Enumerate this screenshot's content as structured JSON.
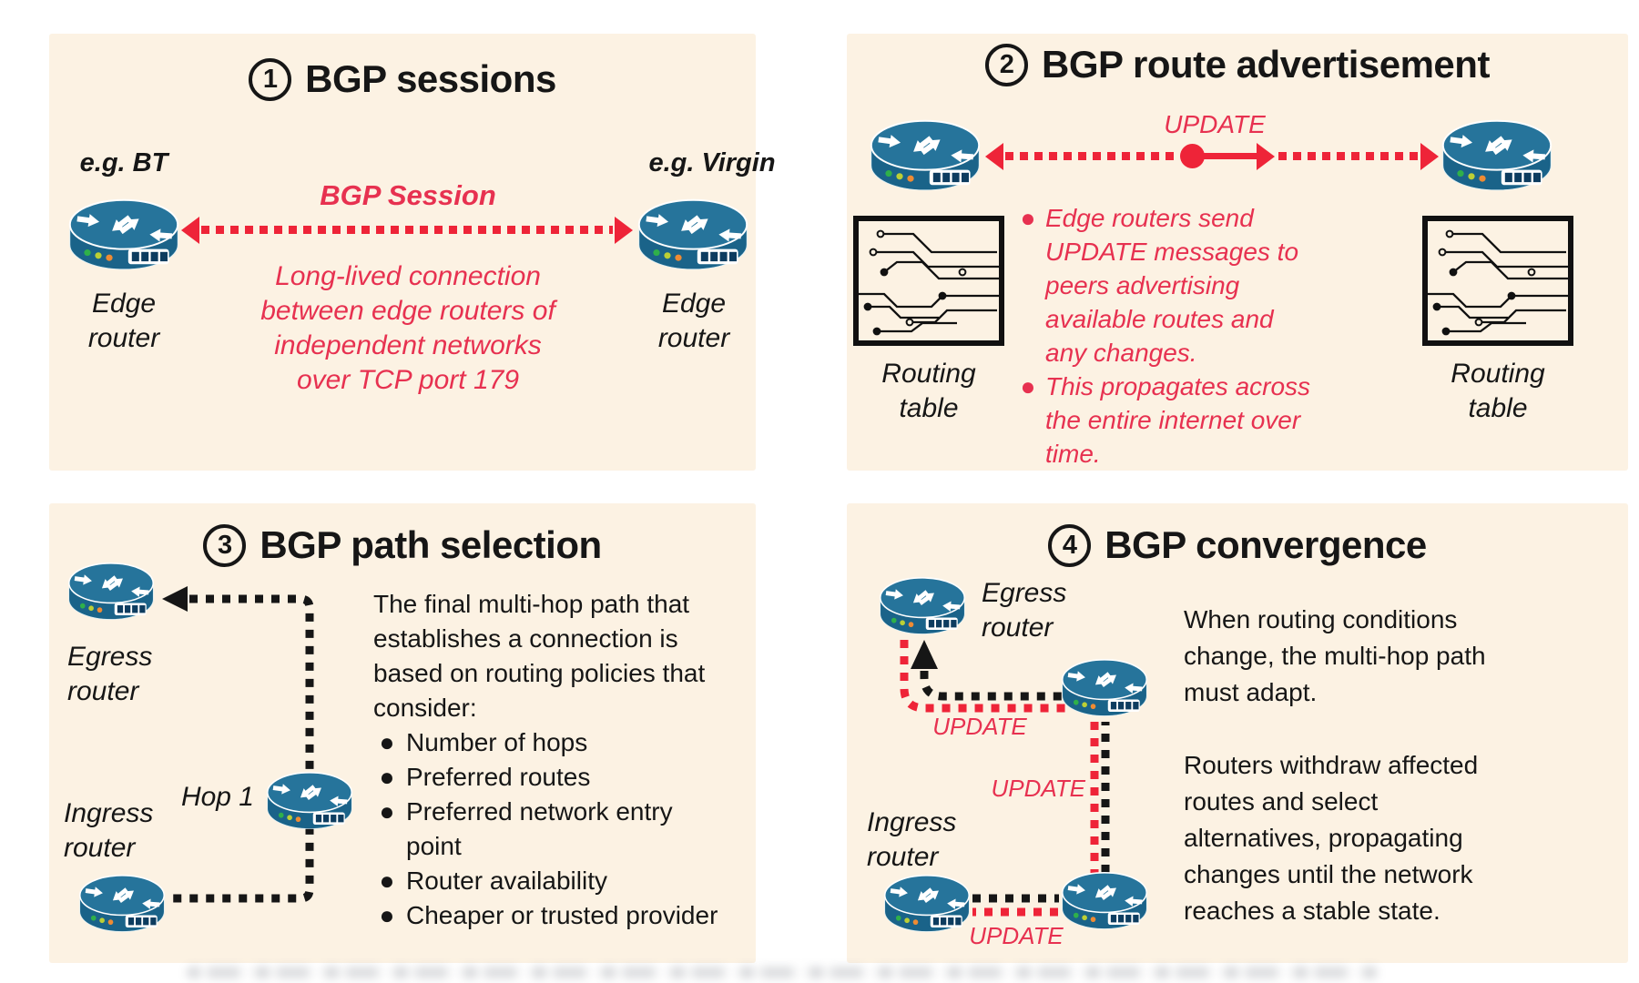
{
  "theme": {
    "panel_bg": "#fcf2e3",
    "red_text": "#e73150",
    "red_line": "#ee2438",
    "ink": "#161616",
    "router_top": "#26749b",
    "router_body": "#1a6389"
  },
  "panel1": {
    "number": "1",
    "title": "BGP sessions",
    "left_tag": "e.g. BT",
    "right_tag": "e.g. Virgin",
    "session_label": "BGP Session",
    "description_lines": [
      "Long-lived connection",
      "between edge routers of",
      "independent networks",
      "over TCP port 179"
    ],
    "left_caption": [
      "Edge",
      "router"
    ],
    "right_caption": [
      "Edge",
      "router"
    ]
  },
  "panel2": {
    "number": "2",
    "title": "BGP route advertisement",
    "update_label": "UPDATE",
    "bullet1_lines": [
      "Edge routers send",
      "UPDATE messages to",
      "peers advertising",
      "available routes and",
      "any changes."
    ],
    "bullet2_lines": [
      "This propagates across",
      "the entire internet over",
      "time."
    ],
    "left_table_caption": [
      "Routing",
      "table"
    ],
    "right_table_caption": [
      "Routing",
      "table"
    ]
  },
  "panel3": {
    "number": "3",
    "title": "BGP path selection",
    "egress_caption": [
      "Egress",
      "router"
    ],
    "hop_label": "Hop 1",
    "ingress_caption": [
      "Ingress",
      "router"
    ],
    "intro_lines": [
      "The final multi-hop path that",
      "establishes a connection is",
      "based on routing policies that",
      "consider:"
    ],
    "bullets": [
      "Number of hops",
      "Preferred routes",
      "Preferred network entry point",
      "Router availability",
      "Cheaper or trusted provider"
    ]
  },
  "panel4": {
    "number": "4",
    "title": "BGP convergence",
    "egress_caption": [
      "Egress",
      "router"
    ],
    "ingress_caption": [
      "Ingress",
      "router"
    ],
    "update1": "UPDATE",
    "update2": "UPDATE",
    "update3": "UPDATE",
    "para1_lines": [
      "When routing conditions",
      "change, the multi-hop path",
      "must adapt."
    ],
    "para2_lines": [
      "Routers withdraw affected",
      "routes and select",
      "alternatives, propagating",
      "changes until the network",
      "reaches a stable state."
    ]
  }
}
